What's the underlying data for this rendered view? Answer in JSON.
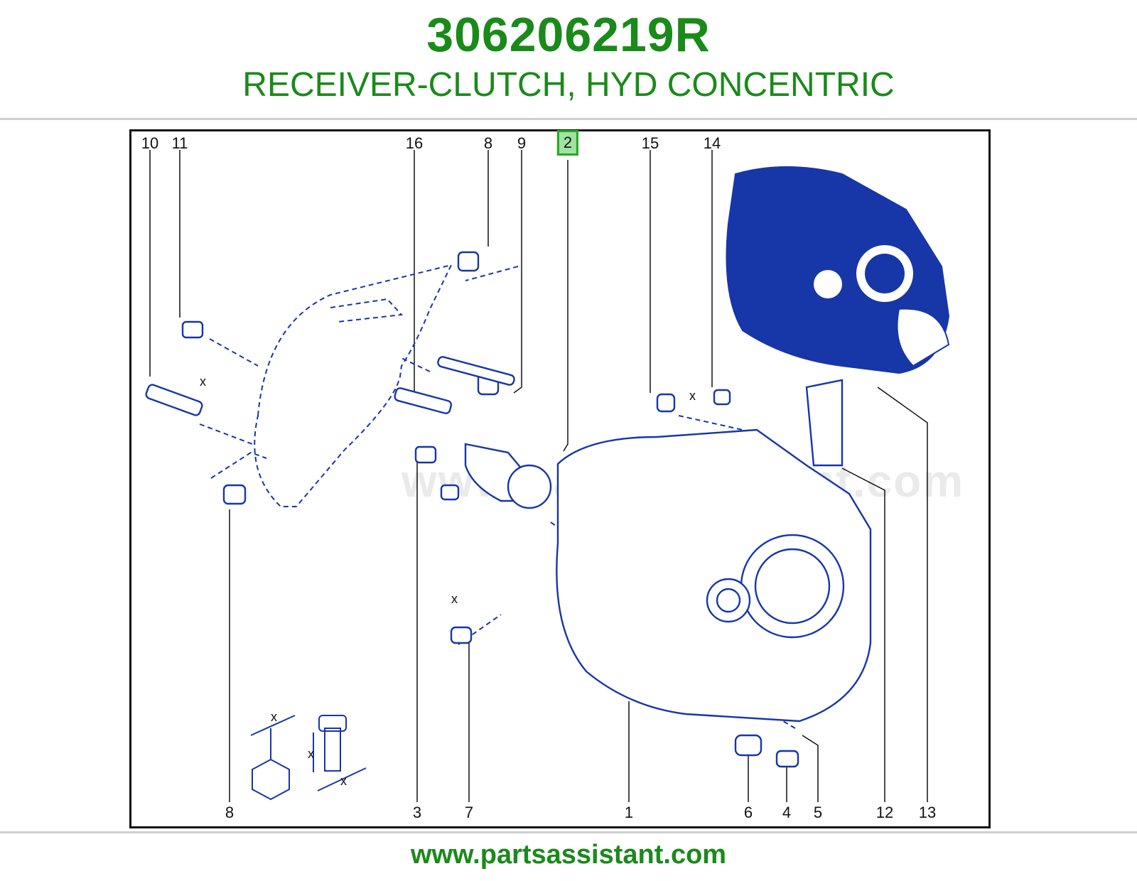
{
  "header": {
    "part_number": "306206219R",
    "description": "RECEIVER-CLUTCH, HYD CONCENTRIC"
  },
  "diagram": {
    "callouts_top": [
      "10",
      "11",
      "16",
      "8",
      "9",
      "2",
      "15",
      "14"
    ],
    "callouts_bottom": [
      "8",
      "3",
      "7",
      "1",
      "6",
      "4",
      "5",
      "12",
      "13"
    ],
    "highlighted_callout": "2",
    "dimension_marker": "x",
    "watermark": "www.partsassistant.com",
    "colors": {
      "line_art": "#1736a8",
      "highlight_fill": "#9fe39f",
      "highlight_border": "#22aa22"
    }
  },
  "footer": {
    "url": "www.partsassistant.com"
  },
  "theme": {
    "brand_green": "#1a8a1a"
  }
}
